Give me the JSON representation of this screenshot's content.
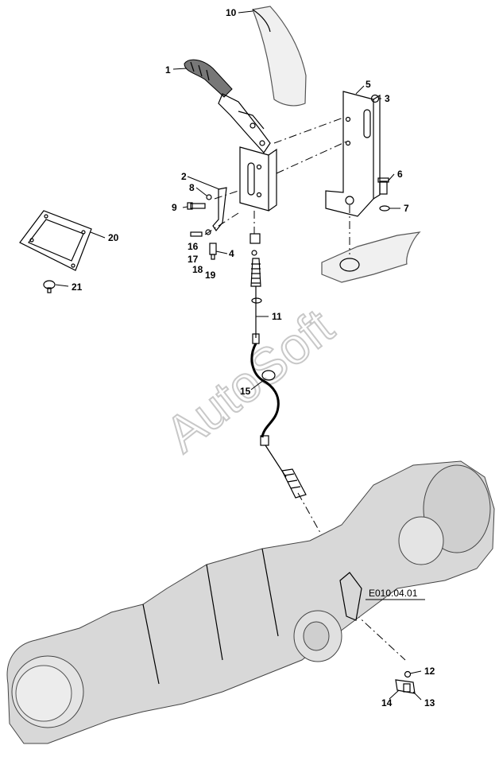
{
  "watermark": "AutoSoft",
  "reference_link": "E010.04.01",
  "callouts": {
    "c1": "1",
    "c2": "2",
    "c3": "3",
    "c4": "4",
    "c5": "5",
    "c6": "6",
    "c7": "7",
    "c8": "8",
    "c9": "9",
    "c10": "10",
    "c11": "11",
    "c12": "12",
    "c13": "13",
    "c14": "14",
    "c15": "15",
    "c16": "16",
    "c17": "17",
    "c18": "18",
    "c19": "19",
    "c20": "20",
    "c21": "21"
  }
}
